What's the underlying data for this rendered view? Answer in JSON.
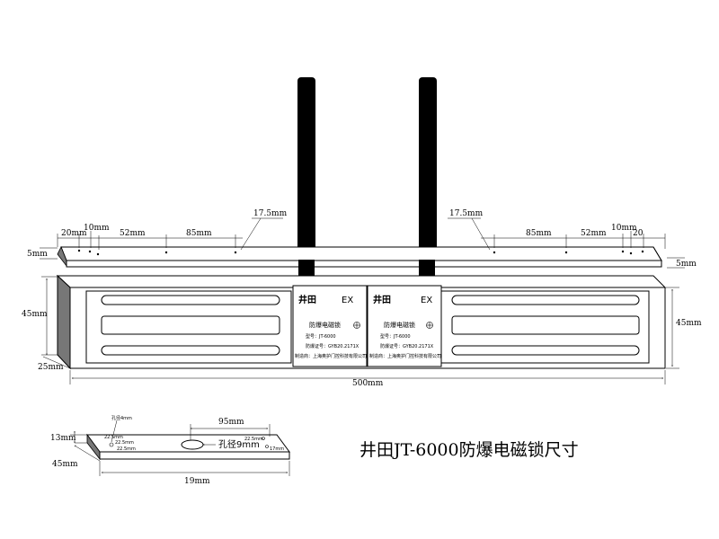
{
  "title": "井田JT-6000防爆电磁锁尺寸",
  "top_view": {
    "left_dims": [
      "20mm",
      "10mm",
      "52mm",
      "85mm",
      "17.5mm"
    ],
    "right_dims": [
      "17.5mm",
      "85mm",
      "52mm",
      "10mm",
      "20"
    ],
    "thickness_left": "5mm",
    "thickness_right": "5mm"
  },
  "body": {
    "height_left": "45mm",
    "height_right": "45mm",
    "depth": "25mm",
    "length": "500mm"
  },
  "labels": [
    {
      "brand": "井田",
      "ex": "EX",
      "product": "防爆电磁锁",
      "model": "型号：JT-6000",
      "cert": "防爆证号：GYB20.2171X",
      "maker": "制造商：上海奥护门控科技有限公司"
    },
    {
      "brand": "井田",
      "ex": "EX",
      "product": "防爆电磁锁",
      "model": "型号：JT-6000",
      "cert": "防爆证号：GYB20.2171X",
      "maker": "制造商：上海奥护门控科技有限公司"
    }
  ],
  "armature_plate": {
    "thickness": "13mm",
    "width": "45mm",
    "length": "19mm",
    "span": "95mm",
    "hole_small": "孔径4mm",
    "hole_large": "孔径9mm",
    "offset_a": "22.5mm",
    "offset_b": "22.5mm",
    "offset_c": "22.5mm",
    "offset_d": "22.5mm",
    "offset_e": "17mm"
  }
}
